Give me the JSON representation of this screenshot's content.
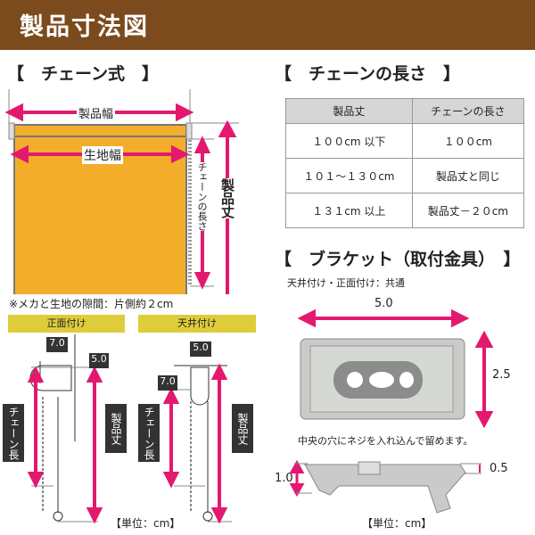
{
  "header": {
    "title": "製品寸法図"
  },
  "chain_section": {
    "title": "【　チェーン式　】",
    "product_width": "製品幅",
    "fabric_width": "生地幅",
    "chain_length": "チェーンの長さ",
    "product_height": "製品丈",
    "note": "※メカと生地の隙間：片側約２cm"
  },
  "chain_length_section": {
    "title": "【　チェーンの長さ　】",
    "table": {
      "headers": [
        "製品丈",
        "チェーンの長さ"
      ],
      "rows": [
        [
          "１００cm 以下",
          "１００cm"
        ],
        [
          "１０１〜１３０cm",
          "製品丈と同じ"
        ],
        [
          "１３１cm 以上",
          "製品丈－２０cm"
        ]
      ]
    }
  },
  "mount": {
    "front": {
      "title": "正面付け",
      "dim1": "7.0",
      "dim2": "5.0"
    },
    "ceiling": {
      "title": "天井付け",
      "dim1": "5.0",
      "dim2": "7.0"
    },
    "chain_label": "チェーン長",
    "height_label": "製品丈",
    "unit": "【単位：cm】"
  },
  "bracket": {
    "title": "【　ブラケット（取付金具）　】",
    "subtitle": "天井付け・正面付け：共通",
    "width": "5.0",
    "depth": "2.5",
    "note": "中央の穴にネジを入れ込んで留めます。",
    "height": "1.0",
    "lip": "0.5",
    "unit": "【単位：cm】"
  },
  "colors": {
    "accent": "#e4186f",
    "fabric": "#f2ae2a",
    "header": "#7b4b1e"
  }
}
